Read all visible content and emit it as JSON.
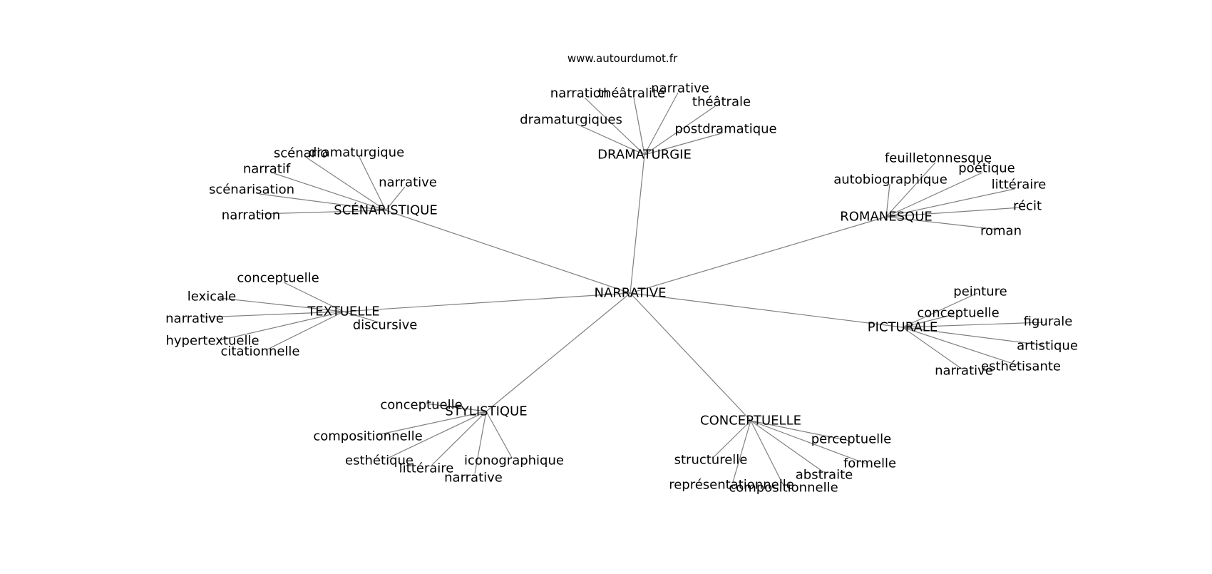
{
  "header": {
    "source": "www.autourdumot.fr"
  },
  "style": {
    "edge_color": "#808080",
    "text_color": "#000000",
    "background": "#ffffff"
  },
  "graph": {
    "center": "NARRATIVE",
    "hubs": [
      {
        "id": "dramaturgie",
        "label": "DRAMATURGIE",
        "leaves": [
          "narration",
          "théâtralité",
          "narrative",
          "théâtrale",
          "dramaturgiques",
          "postdramatique"
        ]
      },
      {
        "id": "scenaristique",
        "label": "SCÉNARISTIQUE",
        "leaves": [
          "scénario",
          "dramaturgique",
          "narratif",
          "narrative",
          "scénarisation",
          "narration"
        ]
      },
      {
        "id": "romanesque",
        "label": "ROMANESQUE",
        "leaves": [
          "feuilletonnesque",
          "poétique",
          "autobiographique",
          "littéraire",
          "récit",
          "roman"
        ]
      },
      {
        "id": "textuelle",
        "label": "TEXTUELLE",
        "leaves": [
          "conceptuelle",
          "lexicale",
          "narrative",
          "discursive",
          "hypertextuelle",
          "citationnelle"
        ]
      },
      {
        "id": "picturale",
        "label": "PICTURALE",
        "leaves": [
          "peinture",
          "conceptuelle",
          "figurale",
          "artistique",
          "esthétisante",
          "narrative"
        ]
      },
      {
        "id": "stylistique",
        "label": "STYLISTIQUE",
        "leaves": [
          "conceptuelle",
          "compositionnelle",
          "esthétique",
          "littéraire",
          "iconographique",
          "narrative"
        ]
      },
      {
        "id": "conceptuelle",
        "label": "CONCEPTUELLE",
        "leaves": [
          "perceptuelle",
          "structurelle",
          "formelle",
          "abstraite",
          "représentationnelle",
          "compositionnelle"
        ]
      }
    ]
  }
}
